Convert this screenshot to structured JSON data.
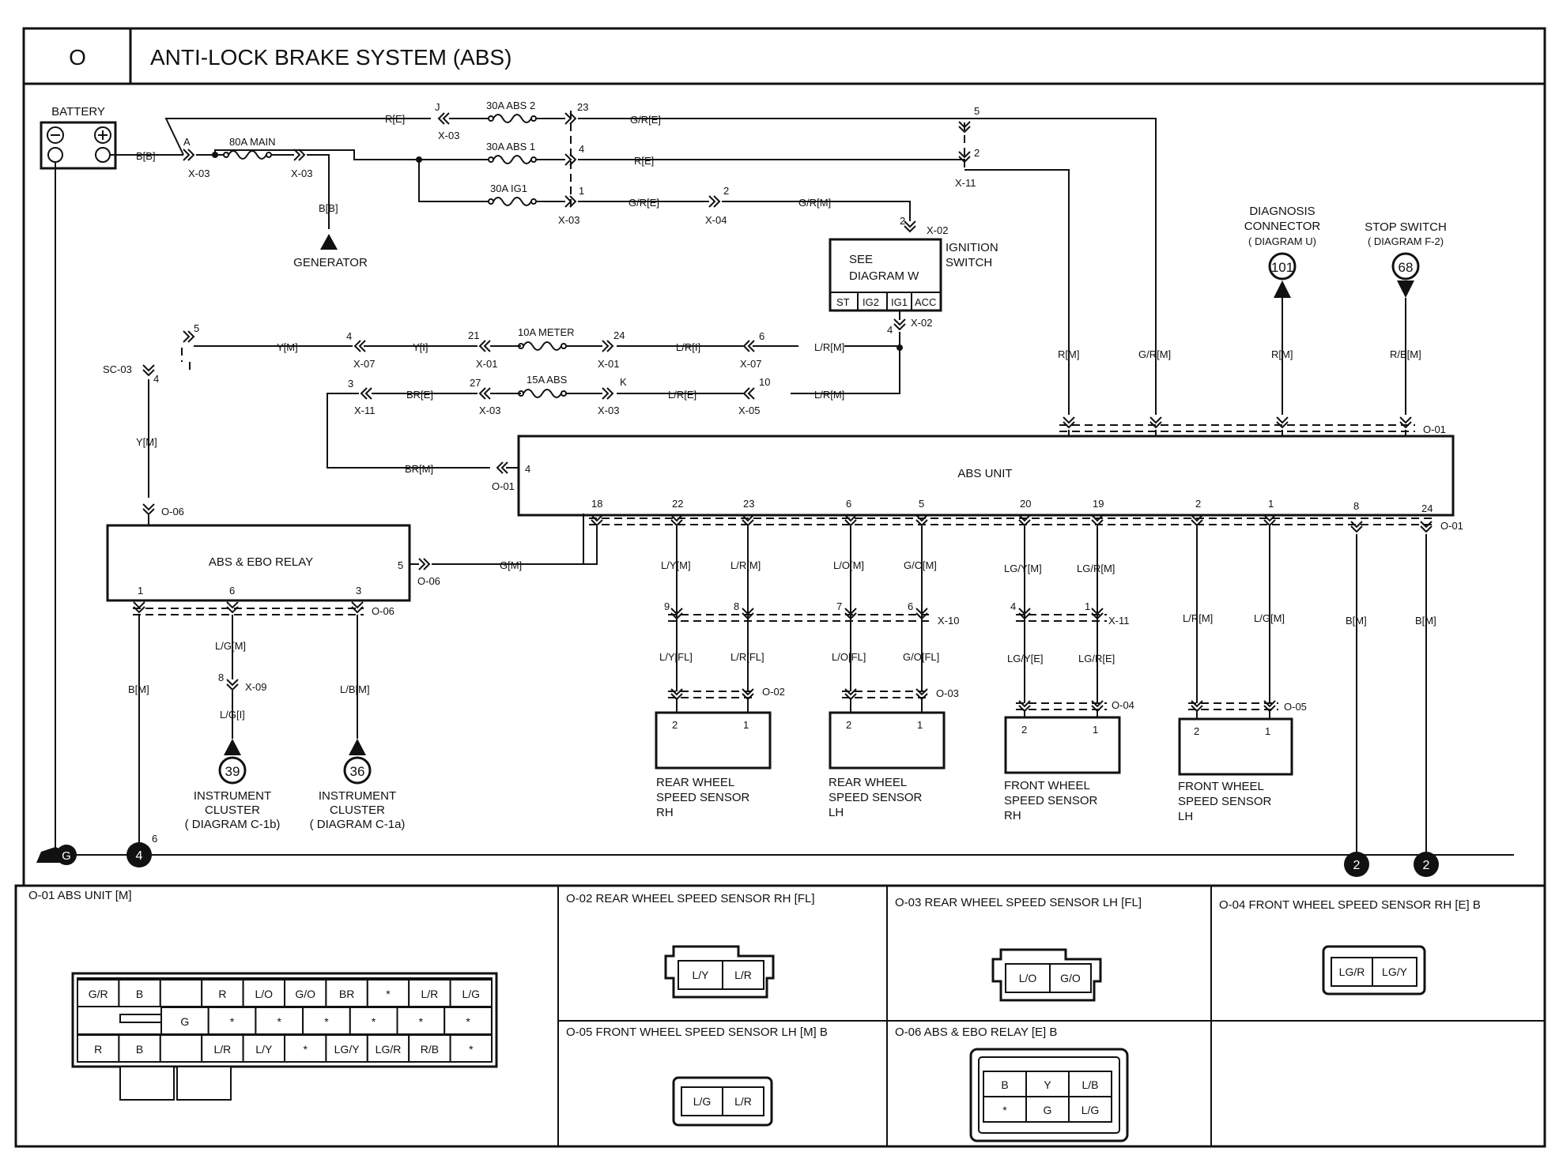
{
  "header": {
    "section": "O",
    "title": "ANTI-LOCK BRAKE SYSTEM (ABS)"
  },
  "labels": {
    "battery": "BATTERY",
    "generator": "GENERATOR",
    "see_diagram_1": "SEE",
    "see_diagram_2": "DIAGRAM  W",
    "ignition_1": "IGNITION",
    "ignition_2": "SWITCH",
    "ig_st": "ST",
    "ig_ig2": "IG2",
    "ig_ig1": "IG1",
    "ig_acc": "ACC",
    "diag_1": "DIAGNOSIS",
    "diag_2": "CONNECTOR",
    "diag_3": "( DIAGRAM U)",
    "diag_num": "101",
    "stop_1": "STOP SWITCH",
    "stop_2": "( DIAGRAM  F-2)",
    "stop_num": "68",
    "abs_unit": "ABS UNIT",
    "relay": "ABS & EBO RELAY",
    "ic1_num": "39",
    "ic1_1": "INSTRUMENT",
    "ic1_2": "CLUSTER",
    "ic1_3": "( DIAGRAM  C-1b)",
    "ic2_num": "36",
    "ic2_1": "INSTRUMENT",
    "ic2_2": "CLUSTER",
    "ic2_3": "( DIAGRAM  C-1a)",
    "s1_1": "REAR WHEEL",
    "s1_2": "SPEED SENSOR",
    "s1_3": "RH",
    "s2_1": "REAR WHEEL",
    "s2_2": "SPEED SENSOR",
    "s2_3": "LH",
    "s3_1": "FRONT WHEEL",
    "s3_2": "SPEED SENSOR",
    "s3_3": "RH",
    "s4_1": "FRONT WHEEL",
    "s4_2": "SPEED SENSOR",
    "s4_3": "LH",
    "ground_g": "G",
    "ground_4": "4",
    "ground_2a": "2",
    "ground_2b": "2",
    "fuse_main": "80A MAIN",
    "fuse_abs2": "30A ABS 2",
    "fuse_abs1": "30A ABS 1",
    "fuse_ig1": "30A IG1",
    "fuse_meter": "10A METER",
    "fuse_abs": "15A ABS"
  },
  "wires": {
    "bb": "B[B]",
    "bb2": "B[B]",
    "re1": "R[E]",
    "gre1": "G/R[E]",
    "re2": "R[E]",
    "gre2": "G/R[E]",
    "grm1": "G/R[M]",
    "ym1": "Y[M]",
    "yi": "Y[I]",
    "lri": "L/R[I]",
    "lrm1": "L/R[M]",
    "bre": "BR[E]",
    "lre": "L/R[E]",
    "lrm2": "L/R[M]",
    "ym2": "Y[M]",
    "brm": "BR[M]",
    "rm1": "R[M]",
    "grm2": "G/R[M]",
    "rm2": "R[M]",
    "rbm": "R/B[M]",
    "gm": "G[M]",
    "lym": "L/Y[M]",
    "lrm3": "L/R[M]",
    "lom": "L/O[M]",
    "gom": "G/O[M]",
    "lgym": "LG/Y[M]",
    "lgrm": "LG/R[M]",
    "lrm4": "L/R[M]",
    "lgm1": "L/G[M]",
    "bm1": "B[M]",
    "bm2": "B[M]",
    "lyfl": "L/Y[FL]",
    "lrfl": "L/R[FL]",
    "lofl": "L/O[FL]",
    "gofl": "G/O[FL]",
    "lgye": "LG/Y[E]",
    "lgre": "LG/R[E]",
    "bm3": "B[M]",
    "lgm2": "L/G[M]",
    "lgi": "L/G[I]",
    "lbm": "L/B[M]"
  },
  "connectors": {
    "x03a": "X-03",
    "x03b": "X-03",
    "x03c": "X-03",
    "x04": "X-04",
    "x11a": "X-11",
    "x02a": "X-02",
    "x02b": "X-02",
    "sc03": "SC-03",
    "x07a": "X-07",
    "x01a": "X-01",
    "x01b": "X-01",
    "x07b": "X-07",
    "x11b": "X-11",
    "x03d": "X-03",
    "x03e": "X-03",
    "x05": "X-05",
    "o01a": "O-01",
    "o01b": "O-01",
    "o01c": "O-01",
    "o06a": "O-06",
    "o06b": "O-06",
    "o06c": "O-06",
    "x10": "X-10",
    "x11c": "X-11",
    "x09": "X-09",
    "o02": "O-02",
    "o03": "O-03",
    "o04": "O-04",
    "o05": "O-05"
  },
  "panels": {
    "p1": "O-01 ABS UNIT [M]",
    "p2": "O-02 REAR WHEEL SPEED SENSOR RH [FL]",
    "p3": "O-03 REAR WHEEL SPEED SENSOR LH [FL]",
    "p4": "O-04 FRONT WHEEL SPEED SENSOR RH [E] B",
    "p5": "O-05 FRONT WHEEL SPEED SENSOR LH [M] B",
    "p6": "O-06 ABS & EBO RELAY [E] B"
  },
  "conn_cells": {
    "o02": [
      "L/Y",
      "L/R"
    ],
    "o03": [
      "L/O",
      "G/O"
    ],
    "o04": [
      "LG/R",
      "LG/Y"
    ],
    "o05": [
      "L/G",
      "L/R"
    ],
    "o06": [
      "B",
      "Y",
      "L/B",
      "*",
      "G",
      "L/G"
    ],
    "o01_row1": [
      "G/R",
      "B",
      "",
      "R",
      "L/O",
      "G/O",
      "BR",
      "*",
      "L/R",
      "L/G"
    ],
    "o01_row2": [
      "G",
      "*",
      "*",
      "*",
      "*",
      "*",
      "*"
    ],
    "o01_row3": [
      "R",
      "B",
      "",
      "L/R",
      "L/Y",
      "*",
      "LG/Y",
      "LG/R",
      "R/B",
      "*"
    ]
  }
}
